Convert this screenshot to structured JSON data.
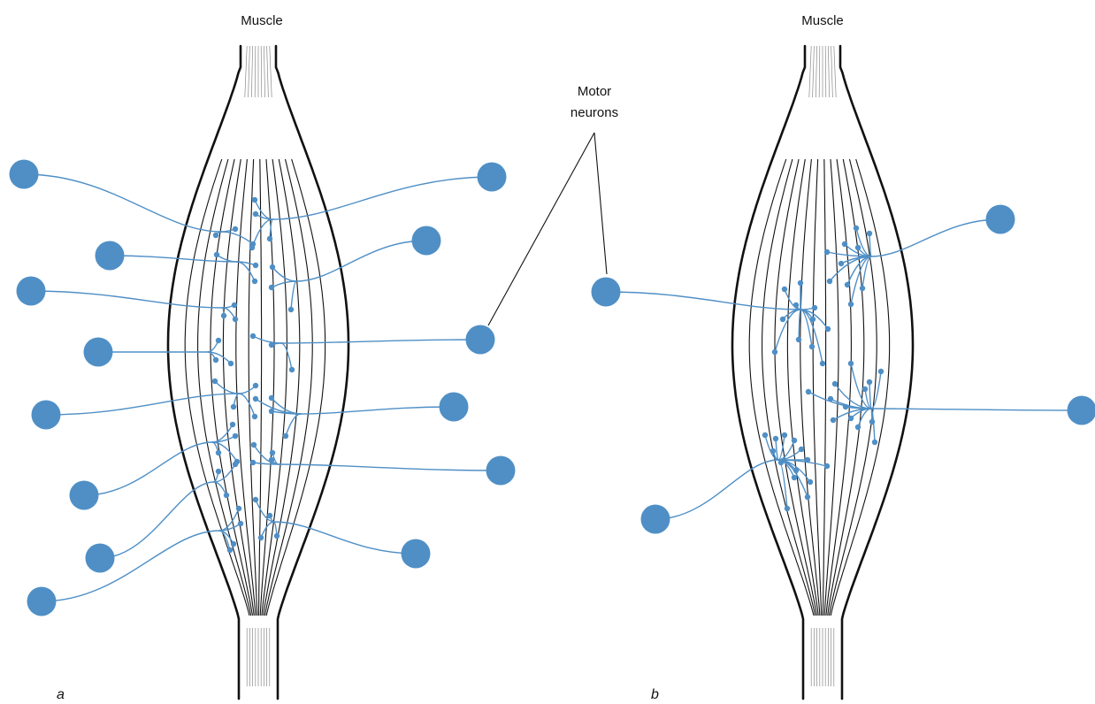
{
  "labels": {
    "muscle_a": "Muscle",
    "muscle_b": "Muscle",
    "motor_neurons_line1": "Motor",
    "motor_neurons_line2": "neurons",
    "panel_a": "a",
    "panel_b": "b"
  },
  "colors": {
    "neuron": "#4f8fc6",
    "outline": "#111111"
  }
}
